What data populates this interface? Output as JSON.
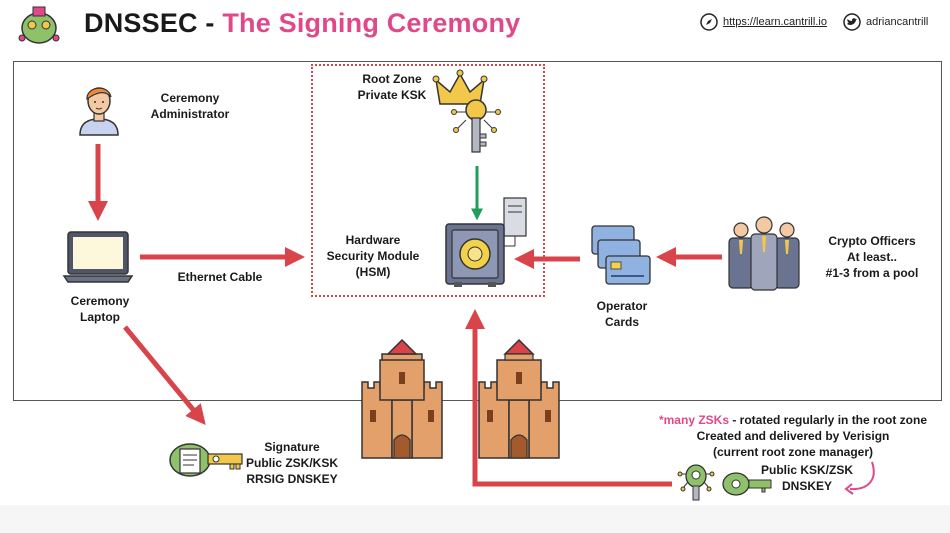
{
  "header": {
    "title_prefix": "DNSSEC -",
    "title_highlight": "The Signing Ceremony",
    "website": "https://learn.cantrill.io",
    "twitter": "adriancantrill"
  },
  "nodes": {
    "admin": "Ceremony\nAdministrator",
    "laptop": "Ceremony\nLaptop",
    "ethernet": "Ethernet Cable",
    "ksk": "Root Zone\nPrivate KSK",
    "hsm": "Hardware\nSecurity Module\n(HSM)",
    "cards": "Operator\nCards",
    "officers": "Crypto Officers\nAt least..\n#1-3 from a pool",
    "signature": "Signature\nPublic ZSK/KSK\nRRSIG DNSKEY"
  },
  "zsk_note": {
    "highlight": "*many ZSKs",
    "line1_rest": " - rotated regularly in the root zone",
    "line2": "Created and delivered by Verisign",
    "line3": "(current root zone manager)",
    "keys_label": "Public KSK/ZSK\nDNSKEY"
  },
  "colors": {
    "accent_pink": "#e0488a",
    "arrow_red": "#d9434a",
    "arrow_green": "#1e9e5a",
    "castle": "#e4a06a"
  }
}
